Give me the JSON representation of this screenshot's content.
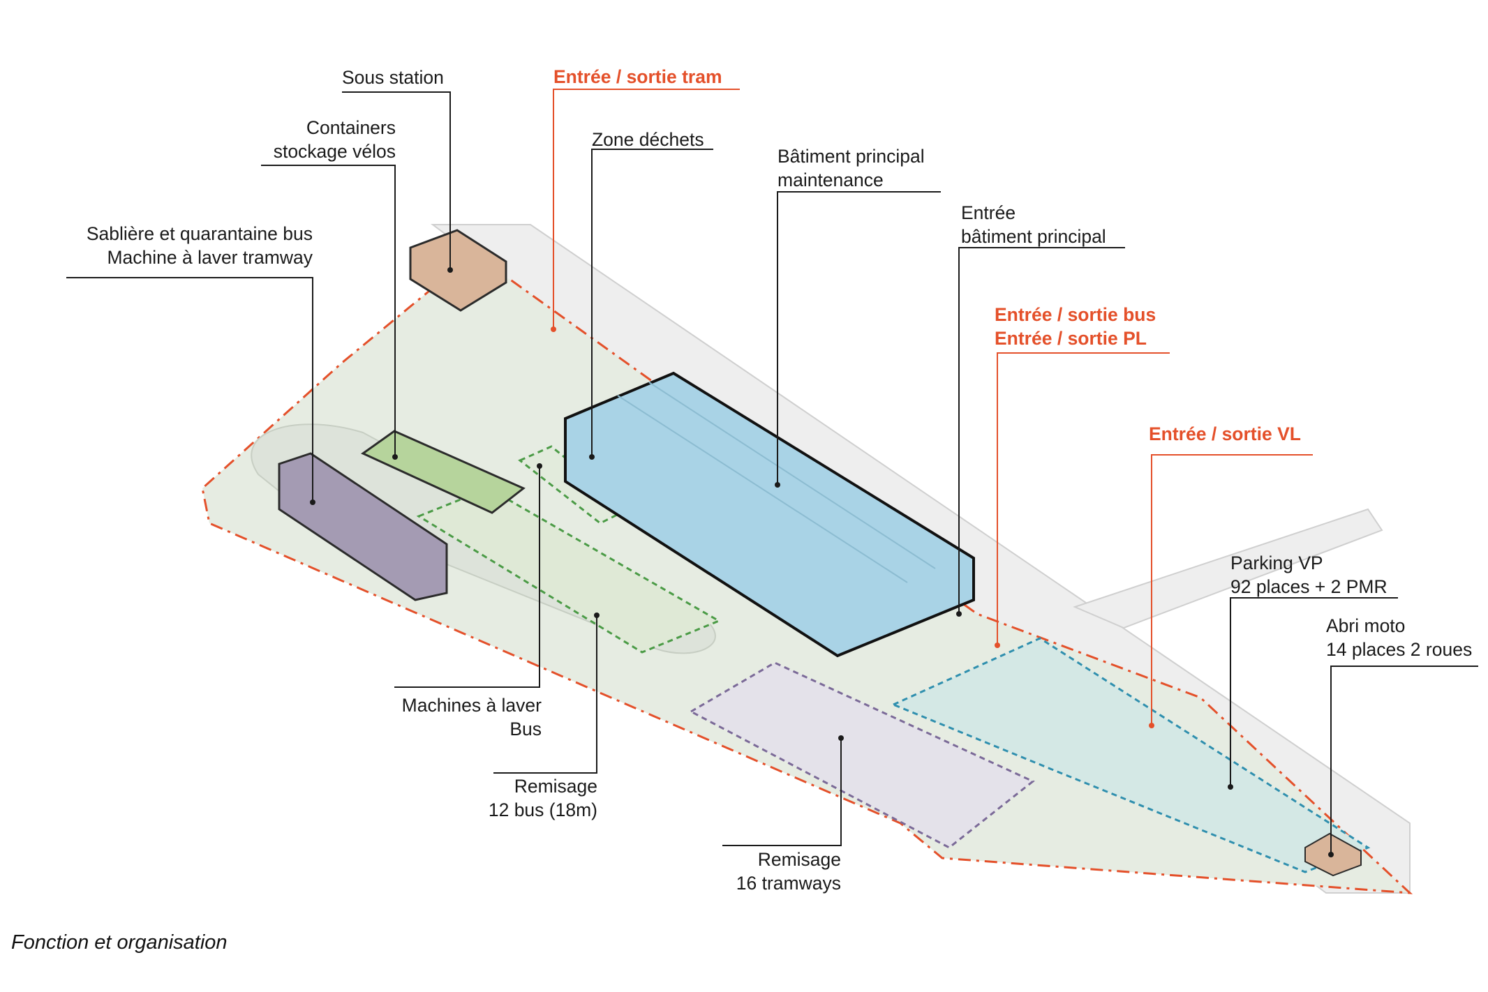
{
  "labels": {
    "sous_station": "Sous station",
    "entree_tram": "Entrée / sortie tram",
    "containers_1": "Containers",
    "containers_2": "stockage vélos",
    "zone_dechets": "Zone déchets",
    "batiment_1": "Bâtiment principal",
    "batiment_2": "maintenance",
    "entree_bat_1": "Entrée",
    "entree_bat_2": "bâtiment principal",
    "sabliere_1": "Sablière et quarantaine bus",
    "sabliere_2": "Machine à laver tramway",
    "entree_bus_1": "Entrée / sortie bus",
    "entree_bus_2": "Entrée / sortie PL",
    "entree_vl": "Entrée / sortie VL",
    "parking_1": "Parking VP",
    "parking_2": "92 places + 2 PMR",
    "abri_1": "Abri moto",
    "abri_2": "14 places 2 roues",
    "machines_1": "Machines à laver",
    "machines_2": "Bus",
    "remisage_bus_1": "Remisage",
    "remisage_bus_2": "12 bus (18m)",
    "remisage_tram_1": "Remisage",
    "remisage_tram_2": "16 tramways"
  },
  "caption": "Fonction et organisation",
  "colors": {
    "accent_orange": "#e4502a",
    "building_blue": "#a9d3e6",
    "building_purple": "#a49bb3",
    "building_green": "#b6d49c",
    "substation_brown": "#d9b59a",
    "waste_yellow": "#e9d56a",
    "site_ground": "#e6ece2",
    "parking_teal": "#d4e8e5"
  }
}
